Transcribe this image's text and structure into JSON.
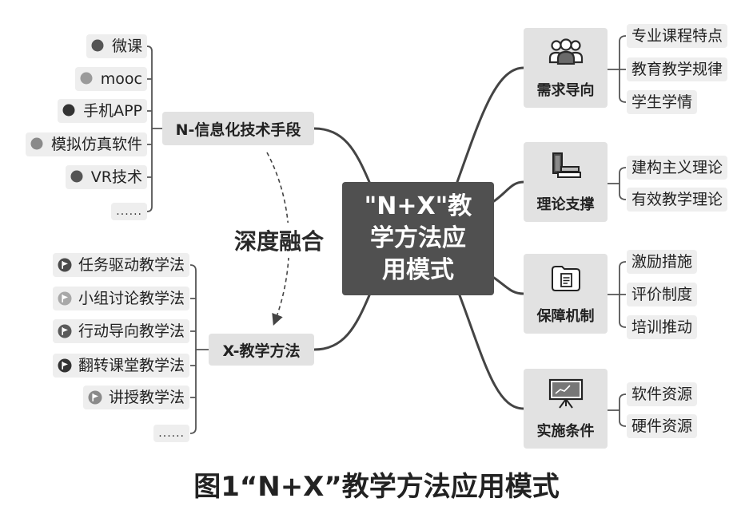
{
  "figure": {
    "central_node": {
      "lines": [
        "\"N+X\"教",
        "学方法应",
        "用模式"
      ]
    },
    "fusion_label": "深度融合",
    "left_branches": [
      {
        "label": "N-信息化技术手段",
        "items": [
          {
            "label": "微课",
            "marker_color": "#555555"
          },
          {
            "label": "mooc",
            "marker_color": "#9a9a9a"
          },
          {
            "label": "手机APP",
            "marker_color": "#333333"
          },
          {
            "label": "模拟仿真软件",
            "marker_color": "#8a8a8a"
          },
          {
            "label": "VR技术",
            "marker_color": "#555555"
          }
        ],
        "more": "......"
      },
      {
        "label": "X-教学方法",
        "items": [
          {
            "label": "任务驱动教学法",
            "icon": "flag-circle-icon",
            "icon_color": "#4a4a4a"
          },
          {
            "label": "小组讨论教学法",
            "icon": "flag-circle-icon",
            "icon_color": "#a8a8a8"
          },
          {
            "label": "行动导向教学法",
            "icon": "flag-circle-icon",
            "icon_color": "#5a5a5a"
          },
          {
            "label": "翻转课堂教学法",
            "icon": "flag-circle-icon",
            "icon_color": "#333333"
          },
          {
            "label": "讲授教学法",
            "icon": "flag-circle-icon",
            "icon_color": "#8a8a8a"
          }
        ],
        "more": "......"
      }
    ],
    "right_branches": [
      {
        "label": "需求导向",
        "icon": "people-icon",
        "items": [
          "专业课程特点",
          "教育教学规律",
          "学生学情"
        ]
      },
      {
        "label": "理论支撑",
        "icon": "books-icon",
        "items": [
          "建构主义理论",
          "有效教学理论"
        ]
      },
      {
        "label": "保障机制",
        "icon": "document-folder-icon",
        "items": [
          "激励措施",
          "评价制度",
          "培训推动"
        ]
      },
      {
        "label": "实施条件",
        "icon": "presentation-board-icon",
        "items": [
          "软件资源",
          "硬件资源"
        ]
      }
    ]
  },
  "caption": "图1“N+X”教学方法应用模式",
  "colors": {
    "central_fill": "#505050",
    "node_fill": "#e2e2e2",
    "leaf_fill": "#eeeeee",
    "connector": "#444444"
  }
}
